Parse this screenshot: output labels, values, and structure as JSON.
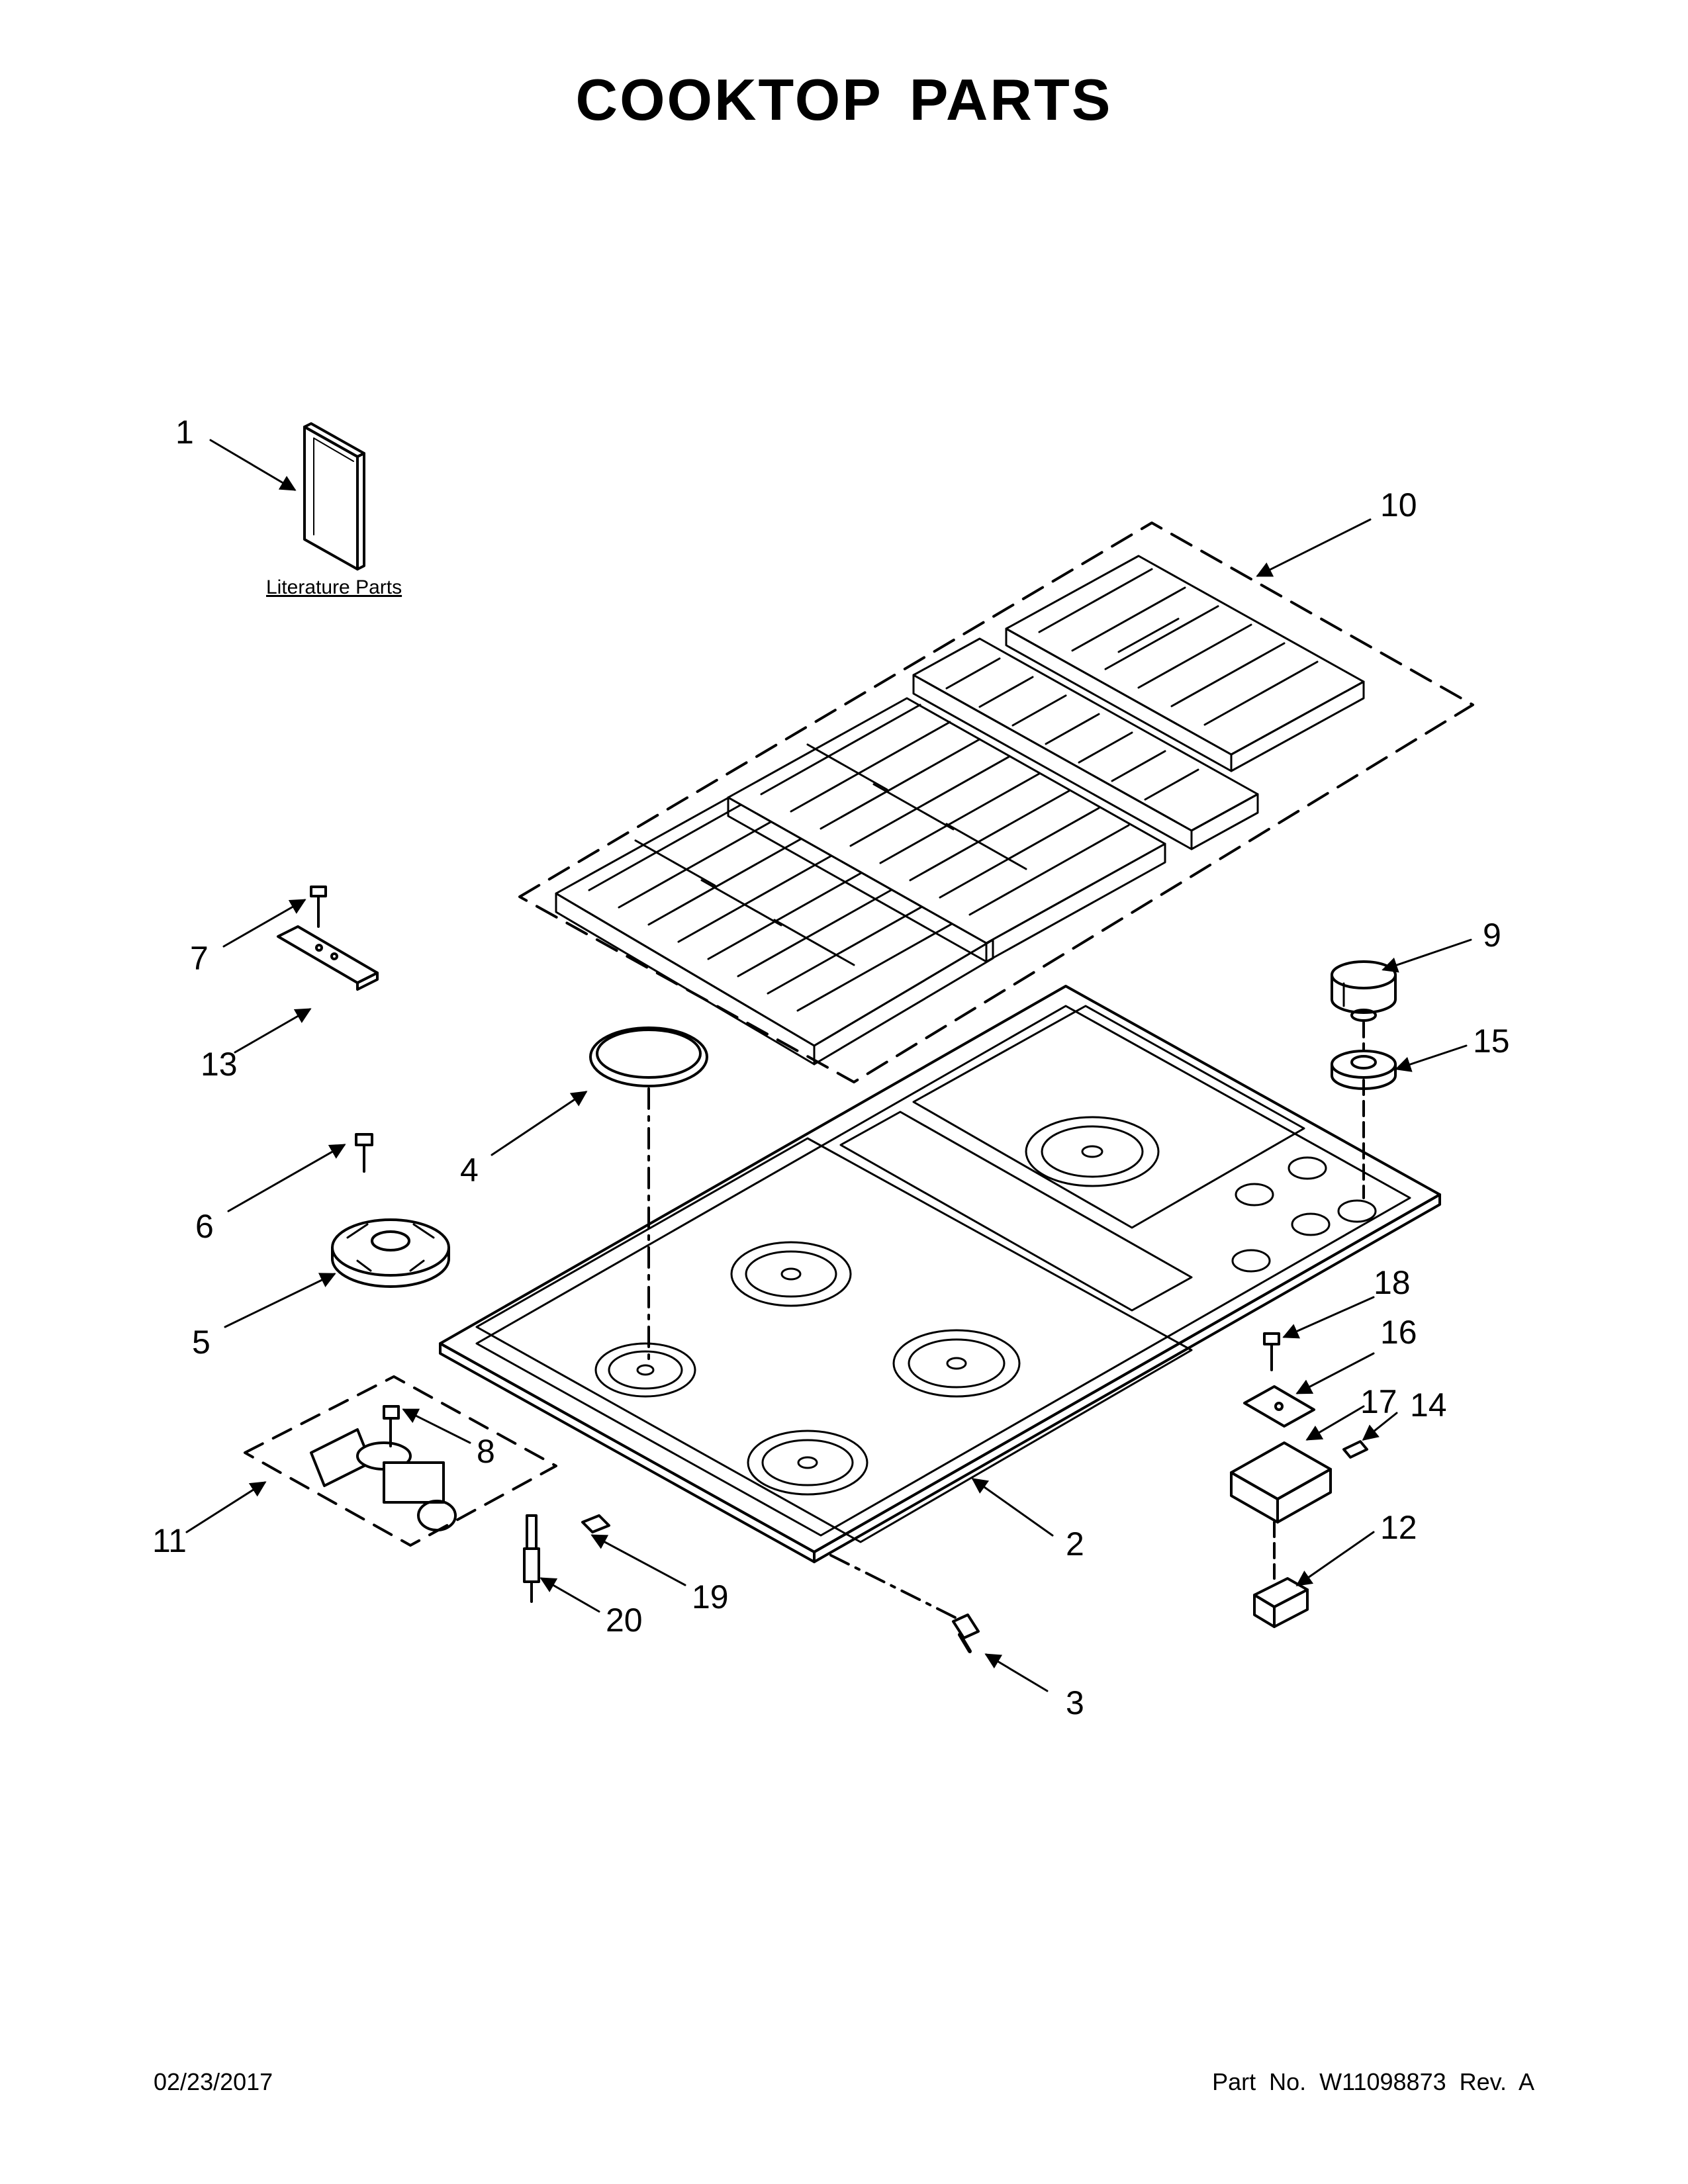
{
  "page": {
    "title": "COOKTOP PARTS",
    "date": "02/23/2017",
    "part_number": "Part No.  W11098873  Rev.  A"
  },
  "diagram": {
    "literature_label": "Literature Parts",
    "callouts": [
      "1",
      "2",
      "3",
      "4",
      "5",
      "6",
      "7",
      "8",
      "9",
      "10",
      "11",
      "12",
      "13",
      "14",
      "15",
      "16",
      "17",
      "18",
      "19",
      "20"
    ]
  }
}
